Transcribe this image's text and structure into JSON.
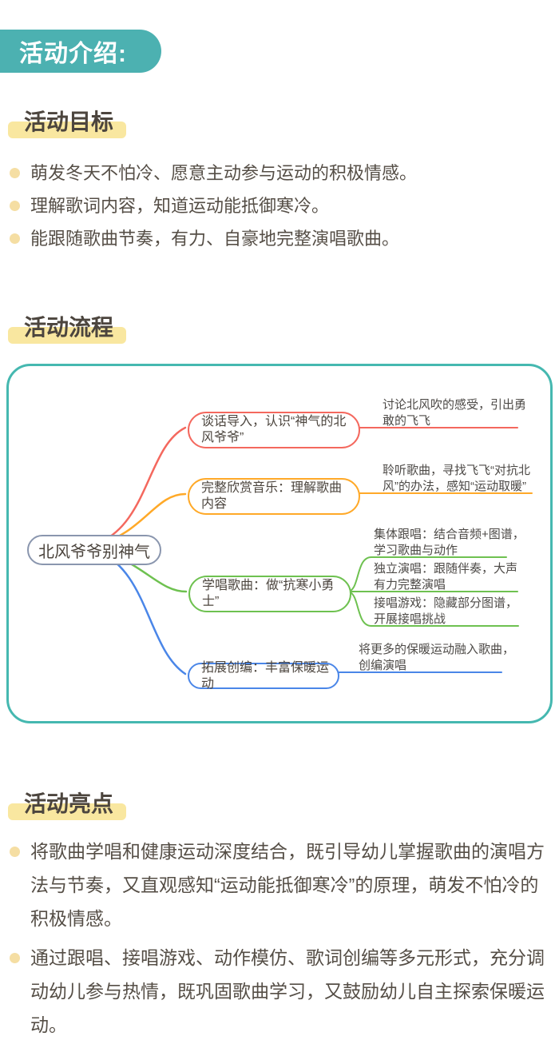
{
  "header": {
    "title": "活动介绍:"
  },
  "sections": {
    "goals": {
      "title": "活动目标",
      "items": [
        "萌发冬天不怕冷、愿意主动参与运动的积极情感。",
        "理解歌词内容，知道运动能抵御寒冷。",
        "能跟随歌曲节奏，有力、自豪地完整演唱歌曲。"
      ]
    },
    "process": {
      "title": "活动流程"
    },
    "highlights": {
      "title": "活动亮点",
      "items": [
        "将歌曲学唱和健康运动深度结合，既引导幼儿掌握歌曲的演唱方法与节奏，又直观感知“运动能抵御寒冷”的原理，萌发不怕冷的积极情感。",
        "通过跟唱、接唱游戏、动作模仿、歌词创编等多元形式，充分调动幼儿参与热情，既巩固歌曲学习，又鼓励幼儿自主探索保暖运动。"
      ]
    }
  },
  "mindmap": {
    "root": "北风爷爷别神气",
    "branches": [
      {
        "label": "谈话导入，认识“神气的北风爷爷”",
        "color": "#F4685E",
        "leaves": [
          "讨论北风吹的感受，引出勇敢的飞飞"
        ]
      },
      {
        "label": "完整欣赏音乐：理解歌曲内容",
        "color": "#FFA928",
        "leaves": [
          "聆听歌曲，寻找飞飞“对抗北风”的办法，感知“运动取暖”"
        ]
      },
      {
        "label": "学唱歌曲：做“抗寒小勇士”",
        "color": "#6EC150",
        "leaves": [
          "集体跟唱：结合音频+图谱，学习歌曲与动作",
          "独立演唱：跟随伴奏，大声有力完整演唱",
          "接唱游戏：隐藏部分图谱，开展接唱挑战"
        ]
      },
      {
        "label": "拓展创编：丰富保暖运动",
        "color": "#4A86E8",
        "leaves": [
          "将更多的保暖运动融入歌曲，创编演唱"
        ]
      }
    ]
  },
  "palette": {
    "header_bg": "#4CB1B1",
    "mindmap_border": "#45B8B0",
    "heading_highlight": "#F9E7A0",
    "bullet": "#F5DEA3",
    "root_border": "#8A96AE",
    "body_text": "#554E46"
  }
}
